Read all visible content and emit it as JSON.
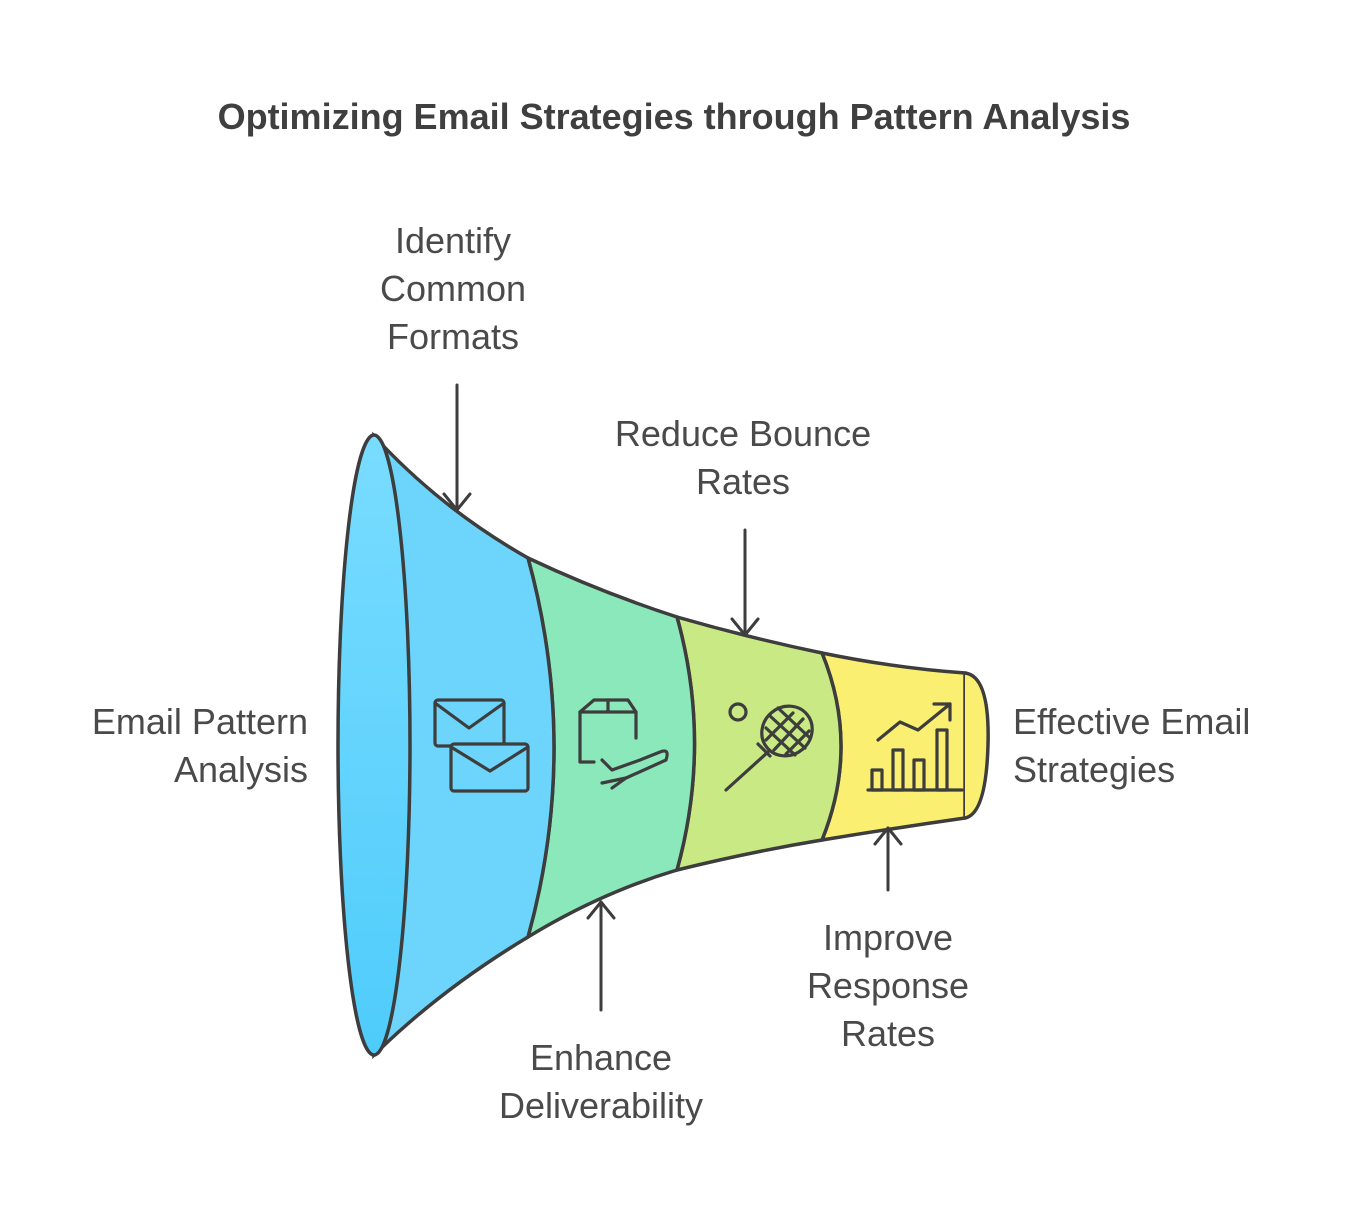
{
  "title": "Optimizing Email Strategies through Pattern Analysis",
  "start": {
    "lines": [
      "Email Pattern",
      "Analysis"
    ]
  },
  "end": {
    "lines": [
      "Effective Email",
      "Strategies"
    ]
  },
  "stages": [
    {
      "lines": [
        "Identify",
        "Common",
        "Formats"
      ],
      "icon": "envelopes-icon",
      "color": "#6dd5fb"
    },
    {
      "lines": [
        "Enhance",
        "Deliverability"
      ],
      "icon": "package-plane-icon",
      "color": "#8ae8bb"
    },
    {
      "lines": [
        "Reduce Bounce",
        "Rates"
      ],
      "icon": "racket-ball-icon",
      "color": "#c9e985"
    },
    {
      "lines": [
        "Improve",
        "Response",
        "Rates"
      ],
      "icon": "growth-chart-icon",
      "color": "#fbef72"
    }
  ],
  "colors": {
    "stroke": "#3d3d3d",
    "mouth_top": "#79dcff",
    "mouth_bottom": "#4fccfb"
  }
}
